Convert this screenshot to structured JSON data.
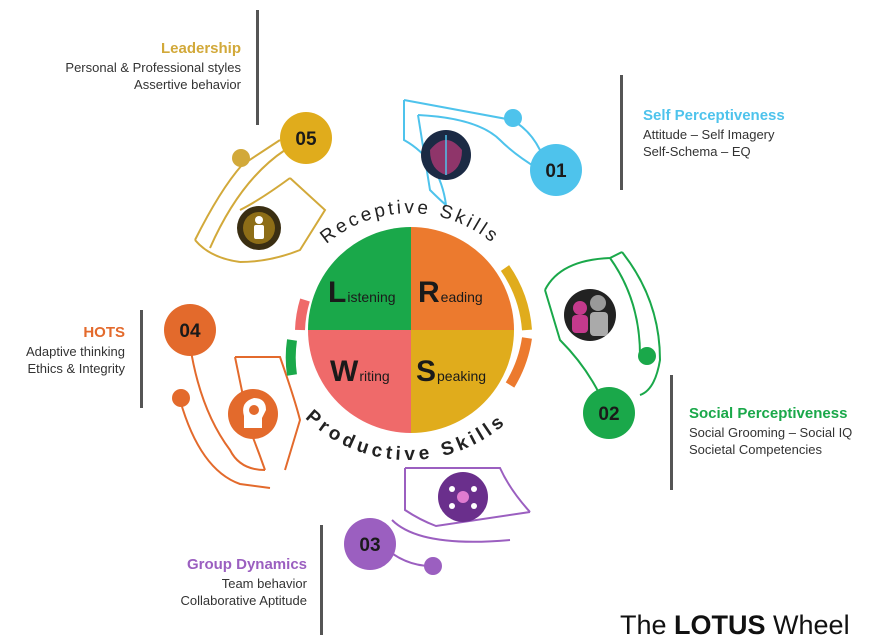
{
  "center": {
    "top_arc_text": "Receptive Skills",
    "bottom_arc_text": "Productive Skills",
    "quadrants": [
      {
        "initial": "L",
        "rest": "istening",
        "color": "#1aa84a"
      },
      {
        "initial": "R",
        "rest": "eading",
        "color": "#ec7a2e"
      },
      {
        "initial": "W",
        "rest": "riting",
        "color": "#ef6a6a"
      },
      {
        "initial": "S",
        "rest": "peaking",
        "color": "#e0ac1c"
      }
    ]
  },
  "petals": [
    {
      "number": "01",
      "title": "Self Perceptiveness",
      "lines": [
        "Attitude – Self Imagery",
        "Self-Schema – EQ"
      ],
      "color": "#4ec3ec",
      "icon": "brain-circuit-icon"
    },
    {
      "number": "02",
      "title": "Social Perceptiveness",
      "lines": [
        "Social Grooming – Social IQ",
        "Societal Competencies"
      ],
      "color": "#1aa84a",
      "icon": "people-group-icon"
    },
    {
      "number": "03",
      "title": "Group Dynamics",
      "lines": [
        "Team behavior",
        "Collaborative Aptitude"
      ],
      "color": "#9b5fc0",
      "icon": "team-network-icon"
    },
    {
      "number": "04",
      "title": "HOTS",
      "lines": [
        "Adaptive thinking",
        "Ethics & Integrity"
      ],
      "color": "#e36a2c",
      "icon": "head-mind-icon"
    },
    {
      "number": "05",
      "title": "Leadership",
      "lines": [
        "Personal & Professional styles",
        "Assertive behavior"
      ],
      "color": "#d2a93a",
      "icon": "globe-leader-icon"
    }
  ],
  "brand": {
    "prefix": "The ",
    "bold": "LOTUS",
    "suffix": " Wheel"
  }
}
